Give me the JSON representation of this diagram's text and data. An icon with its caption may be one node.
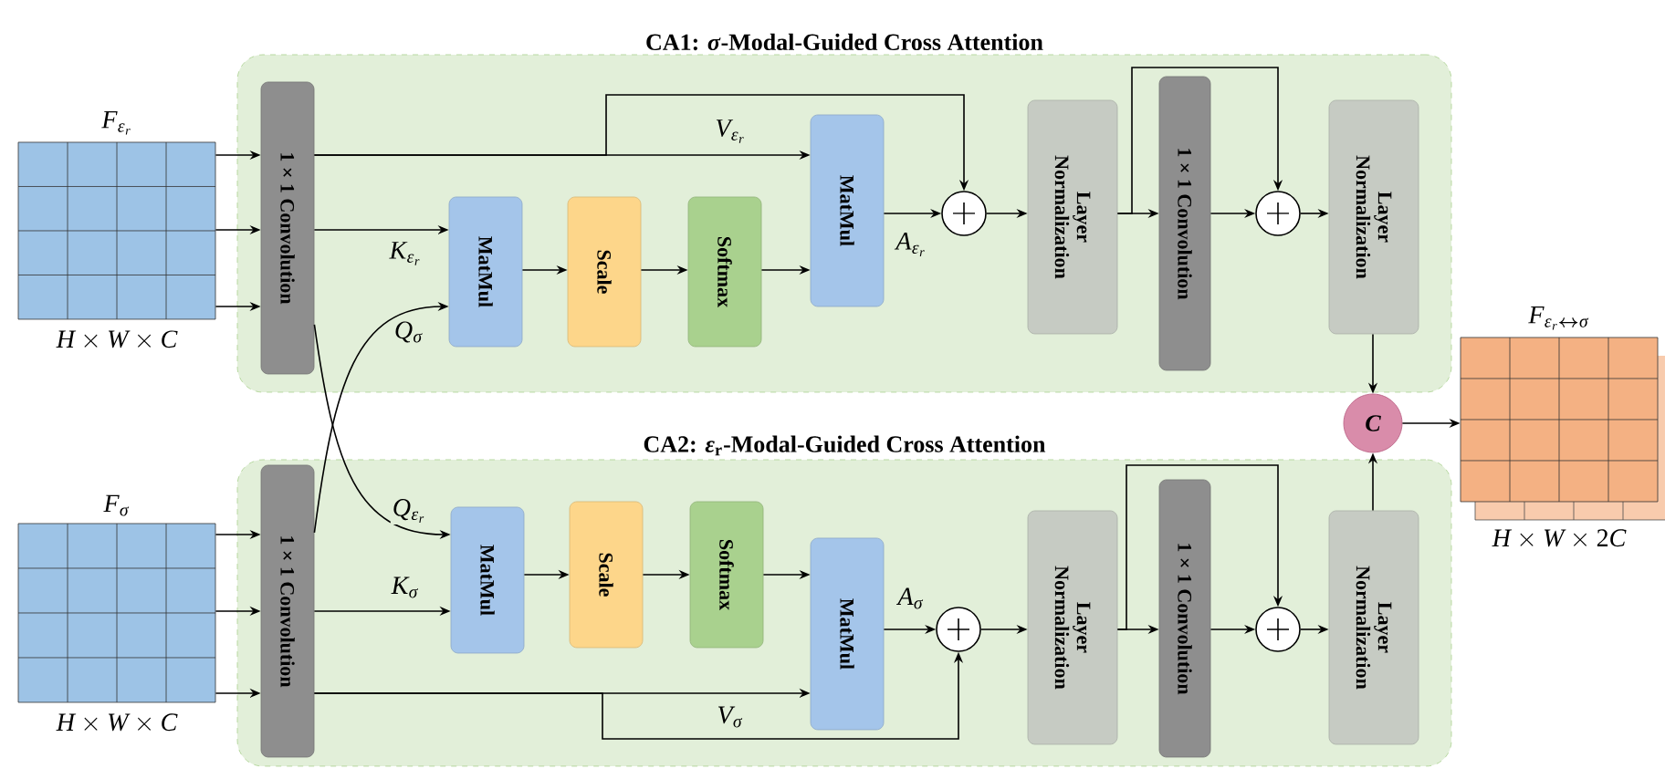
{
  "diagram": {
    "nodes": [
      {
        "text": [
          "CA1: *σ*-Modal-Guided Cross Attention"
        ]
      },
      {
        "text": [
          "1 × 1 Convolution"
        ],
        "in": 0
      },
      {
        "text": [
          "MatMul"
        ],
        "in": 0
      },
      {
        "text": [
          "Scale"
        ],
        "in": 0
      },
      {
        "text": [
          "Softmax"
        ],
        "in": 0
      },
      {
        "text": [
          "MatMul"
        ],
        "in": 0
      },
      {
        "text": [],
        "shape": "circle",
        "in": 0
      },
      {
        "text": [
          "Layer Normalization"
        ],
        "in": 0
      },
      {
        "text": [
          "1 × 1 Convolution"
        ],
        "in": 0
      },
      {
        "text": [],
        "shape": "circle",
        "in": 0
      },
      {
        "text": [
          "Layer Normalization"
        ],
        "in": 0
      },
      {
        "text": [
          "CA2: *ε*$_{r}$-Modal-Guided Cross Attention"
        ]
      },
      {
        "text": [
          "1 × 1 Convolution"
        ],
        "in": 11
      },
      {
        "text": [
          "MatMul"
        ],
        "in": 11
      },
      {
        "text": [
          "Scale"
        ],
        "in": 11
      },
      {
        "text": [
          "Softmax"
        ],
        "in": 11
      },
      {
        "text": [
          "MatMul"
        ],
        "in": 11
      },
      {
        "text": [],
        "shape": "circle",
        "in": 11
      },
      {
        "text": [
          "Layer Normalization"
        ],
        "in": 11
      },
      {
        "text": [
          "1 × 1 Convolution"
        ],
        "in": 11
      },
      {
        "text": [],
        "shape": "circle",
        "in": 11
      },
      {
        "text": [
          "Layer Normalization"
        ],
        "in": 11
      },
      {
        "text": [
          "F_{\\epsilon_r}"
        ],
        "beside": [
          "H\\times W\\times C"
        ]
      },
      {
        "text": [
          "F_{\\sigma}"
        ],
        "beside": [
          "H\\times W\\times C"
        ]
      },
      {
        "text": [
          "C"
        ]
      },
      {
        "text": [
          "F_{\\epsilon_r\\leftrightarrow\\sigma}"
        ],
        "beside": [
          "H\\times W\\times 2C"
        ]
      }
    ],
    "edges": [
      {
        "from": 22,
        "to": 1,
        "arrow": "to"
      },
      {
        "from": 22,
        "to": 1,
        "arrow": "to"
      },
      {
        "from": 22,
        "to": 1,
        "arrow": "to"
      },
      {
        "from": 1,
        "to": 5,
        "arrow": "to",
        "label": "V_{\\epsilon_r}"
      },
      {
        "from": 1,
        "to": 6,
        "arrow": "to"
      },
      {
        "from": 1,
        "to": 2,
        "arrow": "to",
        "label": "K_{\\epsilon_r}"
      },
      {
        "from": 1,
        "to": 13,
        "arrow": "to",
        "label": "Q_{\\epsilon_r}"
      },
      {
        "from": 2,
        "to": 3,
        "arrow": "to"
      },
      {
        "from": 3,
        "to": 4,
        "arrow": "to"
      },
      {
        "from": 4,
        "to": 5,
        "arrow": "to"
      },
      {
        "from": 5,
        "to": 6,
        "arrow": "to",
        "label": "A_{\\epsilon_r}"
      },
      {
        "from": 6,
        "to": 7,
        "arrow": "to"
      },
      {
        "from": 7,
        "to": 8,
        "arrow": "to"
      },
      {
        "from": 7,
        "to": 9,
        "arrow": "to"
      },
      {
        "from": 8,
        "to": 9,
        "arrow": "to"
      },
      {
        "from": 9,
        "to": 10,
        "arrow": "to"
      },
      {
        "from": 10,
        "to": 24,
        "arrow": "to"
      },
      {
        "from": 23,
        "to": 12,
        "arrow": "to"
      },
      {
        "from": 23,
        "to": 12,
        "arrow": "to"
      },
      {
        "from": 23,
        "to": 12,
        "arrow": "to"
      },
      {
        "from": 12,
        "to": 16,
        "arrow": "to",
        "label": "V_{\\sigma}"
      },
      {
        "from": 12,
        "to": 17,
        "arrow": "to"
      },
      {
        "from": 12,
        "to": 13,
        "arrow": "to",
        "label": "K_{\\sigma}"
      },
      {
        "from": 12,
        "to": 2,
        "arrow": "to",
        "label": "Q_{\\sigma}"
      },
      {
        "from": 13,
        "to": 14,
        "arrow": "to"
      },
      {
        "from": 14,
        "to": 15,
        "arrow": "to"
      },
      {
        "from": 15,
        "to": 16,
        "arrow": "to"
      },
      {
        "from": 16,
        "to": 17,
        "arrow": "to",
        "label": "A_{\\sigma}"
      },
      {
        "from": 17,
        "to": 18,
        "arrow": "to"
      },
      {
        "from": 18,
        "to": 19,
        "arrow": "to"
      },
      {
        "from": 18,
        "to": 20,
        "arrow": "to"
      },
      {
        "from": 19,
        "to": 20,
        "arrow": "to"
      },
      {
        "from": 20,
        "to": 21,
        "arrow": "to"
      },
      {
        "from": 21,
        "to": 24,
        "arrow": "to"
      },
      {
        "from": 24,
        "to": 25,
        "arrow": "to"
      }
    ]
  }
}
